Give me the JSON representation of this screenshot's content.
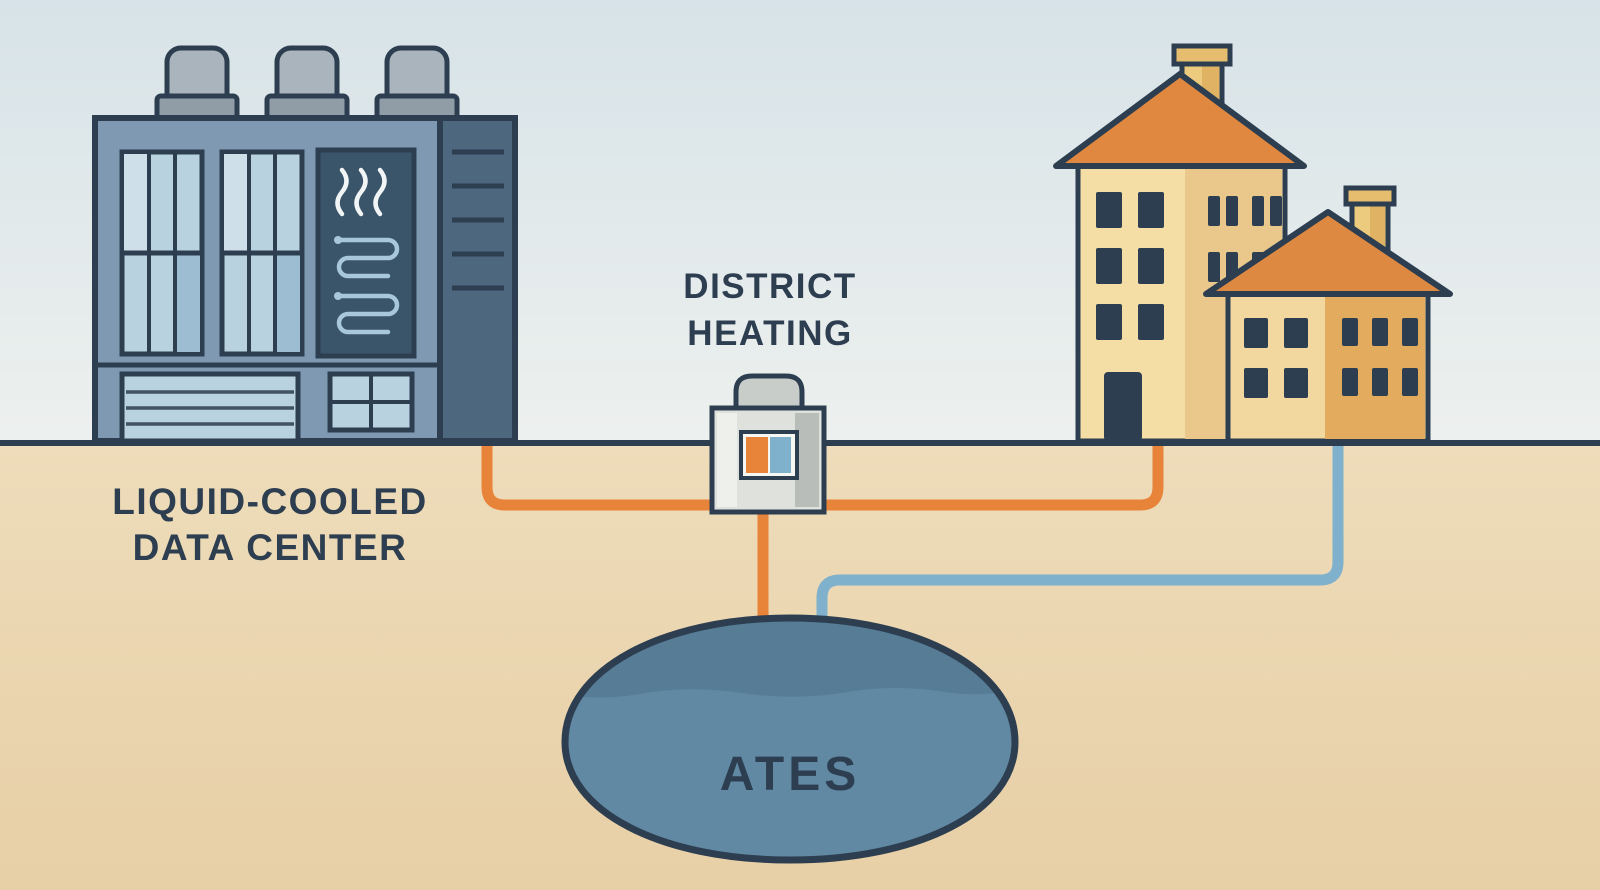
{
  "diagram": {
    "data_center": {
      "label_line1": "LIQUID-COOLED",
      "label_line2": "DATA CENTER"
    },
    "district_heating": {
      "label_line1": "DISTRICT",
      "label_line2": "HEATING"
    },
    "ates": {
      "label": "ATES"
    },
    "colors": {
      "outline": "#2d3e50",
      "hot_pipe": "#e8833a",
      "cold_pipe": "#7fb0cc",
      "ates_fill": "#6189a3",
      "ates_shade": "#577d96",
      "ground": "#ecd8b3",
      "sky": "#dde8ec",
      "datacenter_facade": "#7e99b1",
      "datacenter_side": "#4d677e",
      "house_cream": "#f5dda6",
      "house_tan": "#e3ab5e",
      "roof_orange": "#e0883f"
    },
    "icons": [
      {
        "name": "heat-waves-icon",
        "glyph": "∿"
      },
      {
        "name": "coil-icon",
        "glyph": "⌁"
      }
    ]
  }
}
